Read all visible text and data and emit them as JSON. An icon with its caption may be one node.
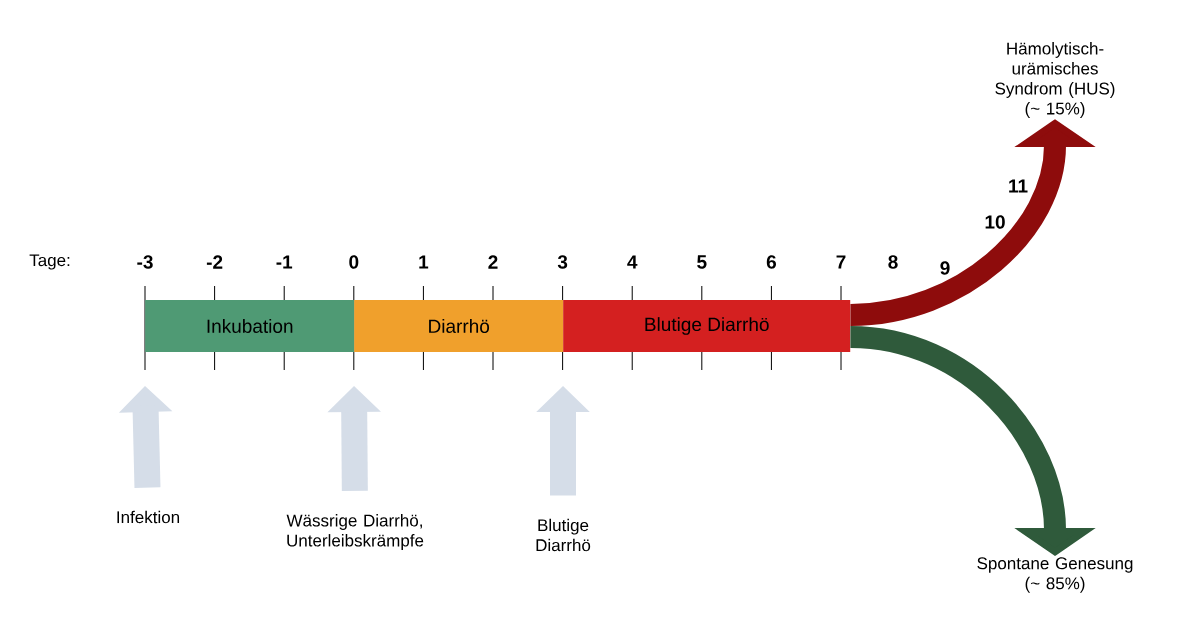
{
  "diagram": {
    "nodes": [
      {
        "text": [
          "Inkubation"
        ]
      },
      {
        "text": [
          "Diarrhö"
        ]
      },
      {
        "text": [
          "Blutige Diarrhö"
        ]
      },
      {
        "text": [
          "Hämolytisch-urämisches Syndrom (HUS)",
          "(~ 15%)"
        ]
      },
      {
        "text": [
          "Spontane Genesung",
          "(~ 85%)"
        ]
      },
      {
        "text": [
          "Infektion"
        ]
      },
      {
        "text": [
          "Wässrige Diarrhö, Unterleibskrämpfe"
        ]
      },
      {
        "text": [
          "Blutige Diarrhö"
        ]
      }
    ],
    "edges": [
      {
        "from": 2,
        "to": 3,
        "arrow": "to",
        "color": "#8e0c0c"
      },
      {
        "from": 2,
        "to": 4,
        "arrow": "to",
        "color": "#2f5a3b"
      },
      {
        "from": 5,
        "to": null,
        "arrow": "to"
      },
      {
        "from": 6,
        "to": null,
        "arrow": "to"
      },
      {
        "from": 7,
        "to": null,
        "arrow": "to"
      }
    ],
    "labels": [
      "Tage:",
      "-3",
      "-2",
      "-1",
      "0",
      "1",
      "2",
      "3",
      "4",
      "5",
      "6",
      "7",
      "8",
      "9",
      "10",
      "11"
    ]
  }
}
